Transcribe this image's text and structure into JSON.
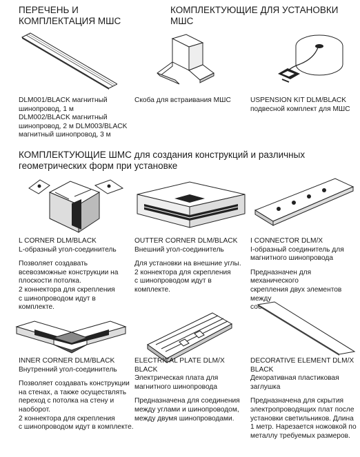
{
  "headers": {
    "list_title": "ПЕРЕЧЕНЬ И КОМПЛЕКТАЦИЯ МШС",
    "mount_title": "КОМПЛЕКТУЮЩИЕ ДЛЯ УСТАНОВКИ МШС",
    "shms_title": "КОМПЛЕКТУЮЩИЕ ШМС для создания конструкций и различных геометрических форм при установке"
  },
  "top_items": {
    "busbar": {
      "lines": [
        "DLM001/BLACK магнитный",
        "шинопровод, 1 м",
        "DLM002/BLACK магнитный",
        "шинопровод, 2 м DLM003/BLACK",
        "магнитный шинопровод, 3 м"
      ]
    },
    "bracket": {
      "lines": [
        "Скоба для встраивания МШС"
      ]
    },
    "suspension": {
      "lines": [
        "USPENSION KIT DLM/BLACK",
        "подвесной комплект для МШС"
      ]
    }
  },
  "items": [
    {
      "name_lines": [
        "L CORNER DLM/BLACK",
        "L-образный угол-соединитель"
      ],
      "desc_lines": [
        "Позволяет создавать",
        "всевозможные конструкции на",
        "плоскости потолка.",
        "2 коннектора для скрепления",
        "с шинопроводом идут в комплекте."
      ]
    },
    {
      "name_lines": [
        "OUTTER CORNER DLM/BLACK",
        "Внешний угол-соединитель"
      ],
      "desc_lines": [
        "Для установки на внешние углы.",
        "2 коннектора для скрепления",
        "с шинопроводом идут в комплекте."
      ]
    },
    {
      "name_lines": [
        "I CONNECTOR DLM/X",
        "I-образный соединитель для",
        "магнитного шинопровода"
      ],
      "desc_lines": [
        "Предназначен для механического",
        "скрепления двух элементов между",
        "собой."
      ]
    },
    {
      "name_lines": [
        "INNER CORNER DLM/BLACK",
        "Внутренний угол-соединитель"
      ],
      "desc_lines": [
        "Позволяет создавать конструкции",
        "на стенах, а также осуществлять",
        "переход с потолка на стену и",
        "наоборот.",
        "2 коннектора для скрепления",
        "с шинопроводом идут в комплекте."
      ]
    },
    {
      "name_lines": [
        "ELECTRICAL PLATE DLM/X BLACK",
        "Электрическая плата для",
        "магнитного шинопровода"
      ],
      "desc_lines": [
        "Предназначена для соединения",
        "между углами и шинопроводом,",
        "между двумя шинопроводами."
      ]
    },
    {
      "name_lines": [
        "DECORATIVE ELEMENT DLM/X BLACK",
        "Декоративная пластиковая",
        "заглушка"
      ],
      "desc_lines": [
        "Предназначена для скрытия",
        "электропроводящих плат после",
        "установки светильников. Длина",
        "1 метр. Нарезается ножовкой по",
        "металлу требуемых размеров."
      ]
    }
  ]
}
